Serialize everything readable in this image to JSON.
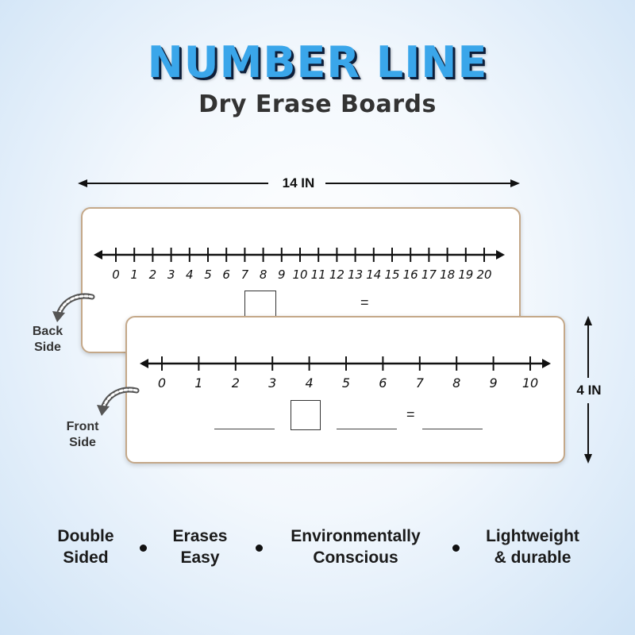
{
  "header": {
    "title": "NUMBER LINE",
    "subtitle": "Dry Erase Boards"
  },
  "dimensions": {
    "width_label": "14 IN",
    "height_label": "4 IN"
  },
  "back_board": {
    "side_label_line1": "Back",
    "side_label_line2": "Side",
    "numbers": [
      "0",
      "1",
      "2",
      "3",
      "4",
      "5",
      "6",
      "7",
      "8",
      "9",
      "10",
      "11",
      "12",
      "13",
      "14",
      "15",
      "16",
      "17",
      "18",
      "19",
      "20"
    ],
    "equals": "="
  },
  "front_board": {
    "side_label_line1": "Front",
    "side_label_line2": "Side",
    "numbers": [
      "0",
      "1",
      "2",
      "3",
      "4",
      "5",
      "6",
      "7",
      "8",
      "9",
      "10"
    ],
    "equals": "="
  },
  "features": [
    {
      "line1": "Double",
      "line2": "Sided"
    },
    {
      "line1": "Erases",
      "line2": "Easy"
    },
    {
      "line1": "Environmentally",
      "line2": "Conscious"
    },
    {
      "line1": "Lightweight",
      "line2": "& durable"
    }
  ],
  "colors": {
    "title": "#3aa6ea",
    "title_outline": "#0d1e3a",
    "board_border": "#c4a889"
  },
  "icons": [
    "curved-arrow-icon"
  ]
}
